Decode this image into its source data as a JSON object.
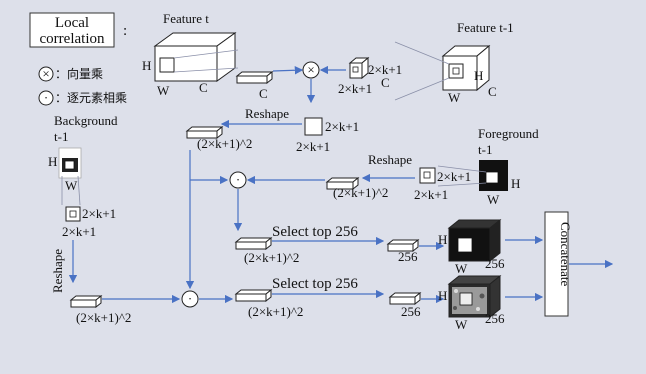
{
  "legend": {
    "title_line1": "Local",
    "title_line2": "correlation",
    "colon": ":",
    "multiply_symbol": "×",
    "multiply_label": "：向量乘",
    "elementwise_symbol": "·",
    "elementwise_label": "：逐元素相乘"
  },
  "labels": {
    "feature_t": "Feature t",
    "feature_t1": "Feature t-1",
    "background_line1": "Background",
    "background_line2": "t-1",
    "foreground_line1": "Foreground",
    "foreground_line2": "t-1",
    "H": "H",
    "W": "W",
    "C": "C",
    "kernel_size": "2×k+1",
    "reshape": "Reshape",
    "flattened": "(2×k+1)^2",
    "select_top": "Select top 256",
    "n256": "256",
    "concatenate": "Concatenate"
  },
  "colors": {
    "background": "#dde0ea",
    "arrow": "#4a72c4",
    "box_fill": "#ffffff",
    "dark_cube": "#111111"
  }
}
